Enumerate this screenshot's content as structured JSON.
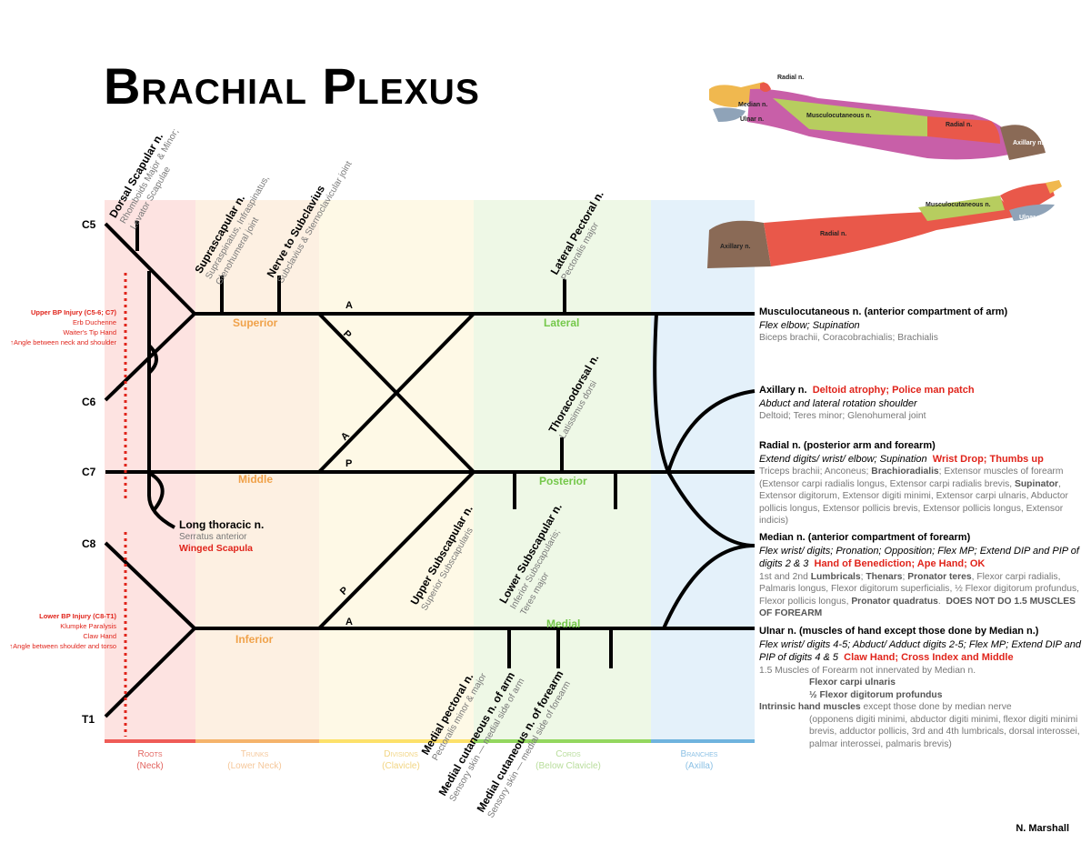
{
  "title": "Brachial Plexus",
  "author": "N. Marshall",
  "roots": [
    "C5",
    "C6",
    "C7",
    "C8",
    "T1"
  ],
  "regions": [
    {
      "name": "Roots",
      "sub": "(Neck)",
      "color": "#f7a7a2",
      "bar": "#ef5b57",
      "text": "#e2645f"
    },
    {
      "name": "Trunks",
      "sub": "(Lower Neck)",
      "color": "#fcd9b2",
      "bar": "#f5b36b",
      "text": "#f5c79a"
    },
    {
      "name": "Divisions",
      "sub": "(Clavicle)",
      "color": "#fef3c6",
      "bar": "#fde16a",
      "text": "#f2d583"
    },
    {
      "name": "Cords",
      "sub": "(Below Clavicle)",
      "color": "#d5efc3",
      "bar": "#93d75e",
      "text": "#b8dd9b"
    },
    {
      "name": "Branches",
      "sub": "(Axilla)",
      "color": "#c8e2f5",
      "bar": "#6fb3de",
      "text": "#8cc1e5"
    }
  ],
  "trunks": [
    "Superior",
    "Middle",
    "Inferior"
  ],
  "cords": [
    "Lateral",
    "Posterior",
    "Medial"
  ],
  "division_marks": {
    "anterior": "A",
    "posterior": "P"
  },
  "injuries": {
    "upper": {
      "title": "Upper BP Injury (C5-6; C7)",
      "lines": [
        "Erb Duchenne",
        "Waiter's Tip Hand",
        "↑Angle between neck and shoulder"
      ]
    },
    "lower": {
      "title": "Lower BP Injury (C8-T1)",
      "lines": [
        "Klumpke Paralysis",
        "Claw Hand",
        "↑Angle between shoulder and torso"
      ]
    }
  },
  "small_nerves": {
    "dorsal_scapular": {
      "name": "Dorsal Scapular n.",
      "l1": "Rhomboids Major & Minor;",
      "l2": "Levator Scapulae"
    },
    "suprascapular": {
      "name": "Suprascapular n.",
      "l1": "Supraspinatus, Infraspinatus,",
      "l2": "Glenohumeral joint"
    },
    "subclavius": {
      "name": "Nerve to Subclavius",
      "l1": "Subclavius & Sternoclavicular joint"
    },
    "lateral_pectoral": {
      "name": "Lateral Pectoral n.",
      "l1": "Pectoralis major"
    },
    "thoracodorsal": {
      "name": "Thoracodorsal n.",
      "l1": "Latissimus dorsi"
    },
    "upper_subscapular": {
      "name": "Upper Subscapular n.",
      "l1": "Superior Subscapularis"
    },
    "lower_subscapular": {
      "name": "Lower Subscapular n.",
      "l1": "Inferior Subscapularis;",
      "l2": "Teres major"
    },
    "medial_pectoral": {
      "name": "Medial pectoral n.",
      "l1": "Pectoralis minor & major"
    },
    "med_cut_arm": {
      "name": "Medial cutaneous n. of arm",
      "l1": "Sensory skin — medial side of arm"
    },
    "med_cut_forearm": {
      "name": "Medial cutaneous n. of forearm",
      "l1": "Sensory skin — medial side of forearm"
    },
    "long_thoracic": {
      "name": "Long thoracic n.",
      "l1": "Serratus anterior",
      "l2": "Winged Scapula"
    }
  },
  "terminals": {
    "musculocutaneous": {
      "head": "Musculocutaneous n. (anterior compartment of arm)",
      "action": "Flex elbow; Supination",
      "muscles": "Biceps brachii, Coracobrachialis; Brachialis"
    },
    "axillary": {
      "head": "Axillary n.",
      "red": "Deltoid atrophy; Police man patch",
      "action": "Abduct and lateral rotation shoulder",
      "muscles": "Deltoid; Teres minor; Glenohumeral joint"
    },
    "radial": {
      "head": "Radial n. (posterior arm and forearm)",
      "action": "Extend digits/ wrist/ elbow; Supination",
      "red": "Wrist Drop; Thumbs up",
      "m1": "Triceps brachii; Anconeus;",
      "m1b": "Brachioradialis",
      "m1c": "; Extensor muscles of forearm",
      "m2": "(Extensor carpi radialis longus, Extensor carpi radialis brevis,",
      "m2b": "Supinator",
      "m2c": ",",
      "m3": "Extensor digitorum, Extensor digiti minimi, Extensor carpi ulnaris, Abductor pollicis longus, Extensor pollicis brevis, Extensor pollicis longus, Extensor indicis)"
    },
    "median": {
      "head": "Median n. (anterior compartment of forearm)",
      "action": "Flex wrist/ digits; Pronation; Opposition; Flex MP; Extend DIP and PIP of digits 2 & 3",
      "red": "Hand of Benediction; Ape Hand; OK",
      "m1a": "1st and 2nd",
      "m1b": "Lumbricals",
      "m1c": ";",
      "m1d": "Thenars",
      "m1e": ";",
      "m1f": "Pronator teres",
      "m1g": ", Flexor carpi radialis, Palmaris longus, Flexor digitorum superficialis,",
      "m2a": "½ Flexor digitorum profundus, Flexor pollicis longus,",
      "m2b": "Pronator quadratus",
      "m2c": ".",
      "m2d": "DOES NOT DO 1.5 MUSCLES OF FOREARM"
    },
    "ulnar": {
      "head": "Ulnar n. (muscles of hand except those done by Median n.)",
      "action": "Flex wrist/ digits 4-5; Abduct/ Adduct digits 2-5; Flex MP; Extend DIP and PIP of digits 4 & 5",
      "red": "Claw Hand; Cross Index and Middle",
      "m1": "1.5 Muscles of Forearm not innervated by Median n.",
      "m2": "Flexor carpi ulnaris",
      "m3": "½ Flexor digitorum profundus",
      "m4a": "Intrinsic hand muscles",
      "m4b": "except those done by median nerve",
      "m5": "(opponens digiti minimi, abductor digiti minimi, flexor digiti minimi brevis, adductor pollicis, 3rd and 4th lumbricals, dorsal interossei, palmar interossei, palmaris brevis)"
    }
  },
  "arm_labels": [
    "Radial n.",
    "Median n.",
    "Ulnar n.",
    "Musculocutaneous n.",
    "Radial n.",
    "Axillary n.",
    "Musculocutaneous n.",
    "Ulnar n.",
    "Radial n.",
    "Axillary n."
  ]
}
